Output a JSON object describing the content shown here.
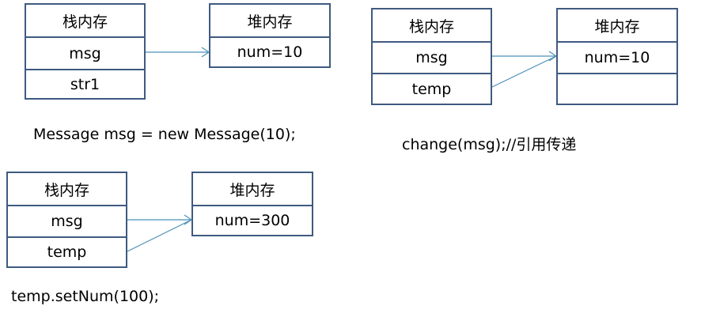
{
  "colors": {
    "border": "#3f5a80",
    "arrow": "#4a90b8"
  },
  "diagrams": [
    {
      "stack": {
        "title": "栈内存",
        "cells": [
          "msg",
          "str1"
        ]
      },
      "heap": {
        "title": "堆内存",
        "cells": [
          "num=10"
        ]
      },
      "caption": "Message msg = new Message(10);"
    },
    {
      "stack": {
        "title": "栈内存",
        "cells": [
          "msg",
          "temp"
        ]
      },
      "heap": {
        "title": "堆内存",
        "cells": [
          "num=10",
          ""
        ]
      },
      "caption": "change(msg);//引用传递"
    },
    {
      "stack": {
        "title": "栈内存",
        "cells": [
          "msg",
          "temp"
        ]
      },
      "heap": {
        "title": "堆内存",
        "cells": [
          "num=300"
        ]
      },
      "caption": "temp.setNum(100);"
    }
  ]
}
